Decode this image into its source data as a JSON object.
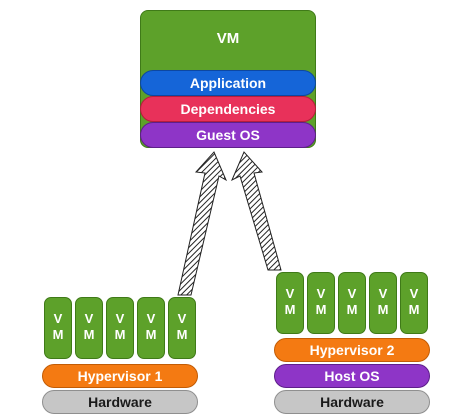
{
  "vm": {
    "title": "VM",
    "layers": {
      "application": "Application",
      "dependencies": "Dependencies",
      "guest_os": "Guest OS"
    }
  },
  "stack_left": {
    "vm_top": "V",
    "vm_bottom": "M",
    "hypervisor": "Hypervisor 1",
    "hardware": "Hardware"
  },
  "stack_right": {
    "vm_top": "V",
    "vm_bottom": "M",
    "hypervisor": "Hypervisor 2",
    "host_os": "Host OS",
    "hardware": "Hardware"
  },
  "colors": {
    "vm_green": "#5da12a",
    "application_blue": "#1565d8",
    "dependencies_red": "#e8315a",
    "os_purple": "#8e35c7",
    "hypervisor_orange": "#f47a12",
    "hardware_gray": "#c6c6c6"
  }
}
